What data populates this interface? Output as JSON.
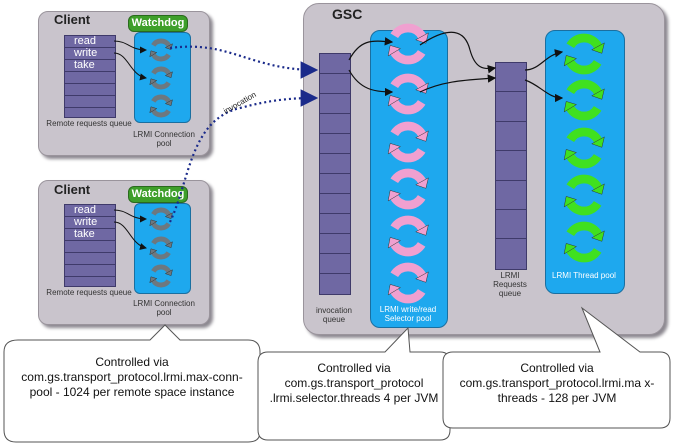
{
  "client_top": {
    "title": "Client",
    "watchdog": "Watchdog",
    "ops": [
      "read",
      "write",
      "take"
    ],
    "queue_label": "Remote requests queue",
    "pool_label": "LRMI Connection pool"
  },
  "client_bottom": {
    "title": "Client",
    "watchdog": "Watchdog",
    "ops": [
      "read",
      "write",
      "take"
    ],
    "queue_label": "Remote requests queue",
    "pool_label": "LRMI Connection pool"
  },
  "gsc": {
    "title": "GSC",
    "invocation_queue_label": "invocation queue",
    "selector_pool_label": "LRMI write/read Selector pool",
    "requests_queue_label": "LRMI Requests queue",
    "thread_pool_label": "LRMI Thread pool"
  },
  "invocation_label": "invocation",
  "callouts": {
    "left": "Controlled via com.gs.transport_protocol.lrmi.max-conn-pool  - 1024 per remote space instance",
    "middle": "Controlled via com.gs.transport_protocol .lrmi.selector.threads 4 per JVM",
    "right": "Controlled via com.gs.transport_protocol.lrmi.ma x-threads - 128 per JVM"
  },
  "colors": {
    "panel": "#c9c4cc",
    "queue": "#6f68a3",
    "pool_blue": "#1ea8ee",
    "watchdog_green": "#3e9f2a",
    "arrow_pink": "#f0a0d0",
    "arrow_green": "#40e020",
    "arrow_grey": "#6d7880",
    "connector_dots": "#1a2a8a"
  }
}
